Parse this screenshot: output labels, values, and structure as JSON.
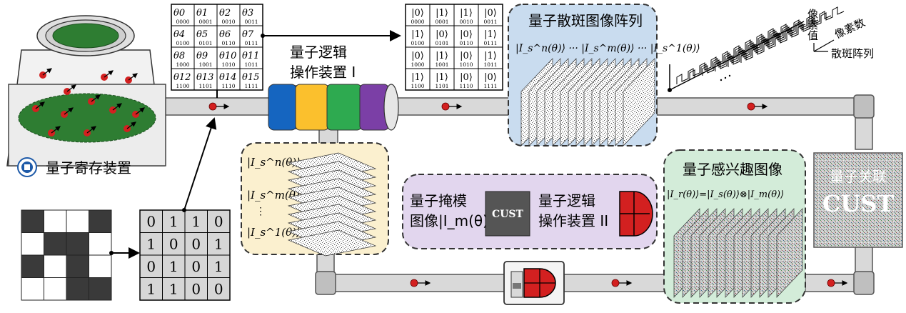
{
  "labels": {
    "storage": "量子寄存装置",
    "op1_line1": "量子逻辑",
    "op1_line2": "操作装置 I",
    "speckle_title": "量子散斑图像阵列",
    "speckle_formula": "|I_s^n(θ)⟩ ··· |I_s^m(θ)⟩ ··· |I_s^1(θ)⟩",
    "axis_pixel_value": "像素值",
    "axis_pixel_count": "像素数",
    "axis_speckle_array": "散斑阵列",
    "mask_line1": "量子掩模",
    "mask_line2": "图像|I_m(θ)⟩",
    "cust_small": "CUST",
    "op2_line1": "量子逻辑",
    "op2_line2": "操作装置 II",
    "roi_title": "量子感兴趣图像",
    "roi_formula": "|I_r(θ)⟩=|I_s(θ)⟩⊗|I_m(θ)⟩",
    "corr_title": "量子关联",
    "corr_cust": "CUST",
    "stack_n": "|I_s^n(θ)⟩",
    "stack_m": "|I_s^m(θ)⟩",
    "stack_1": "|I_s^1(θ)⟩"
  },
  "theta_grid": [
    [
      {
        "sym": "θ0",
        "bits": "0000"
      },
      {
        "sym": "θ1",
        "bits": "0001"
      },
      {
        "sym": "θ2",
        "bits": "0010"
      },
      {
        "sym": "θ3",
        "bits": "0011"
      }
    ],
    [
      {
        "sym": "θ4",
        "bits": "0100"
      },
      {
        "sym": "θ5",
        "bits": "0101"
      },
      {
        "sym": "θ6",
        "bits": "0110"
      },
      {
        "sym": "θ7",
        "bits": "0111"
      }
    ],
    [
      {
        "sym": "θ8",
        "bits": "1000"
      },
      {
        "sym": "θ9",
        "bits": "1001"
      },
      {
        "sym": "θ10",
        "bits": "1010"
      },
      {
        "sym": "θ11",
        "bits": "1011"
      }
    ],
    [
      {
        "sym": "θ12",
        "bits": "1100"
      },
      {
        "sym": "θ13",
        "bits": "1101"
      },
      {
        "sym": "θ14",
        "bits": "1110"
      },
      {
        "sym": "θ15",
        "bits": "1111"
      }
    ]
  ],
  "ket_grid": [
    [
      {
        "ket": "|0⟩",
        "bits": "0000"
      },
      {
        "ket": "|1⟩",
        "bits": "0001"
      },
      {
        "ket": "|1⟩",
        "bits": "0010"
      },
      {
        "ket": "|0⟩",
        "bits": "0011"
      }
    ],
    [
      {
        "ket": "|1⟩",
        "bits": "0100"
      },
      {
        "ket": "|0⟩",
        "bits": "0101"
      },
      {
        "ket": "|0⟩",
        "bits": "0110"
      },
      {
        "ket": "|1⟩",
        "bits": "0111"
      }
    ],
    [
      {
        "ket": "|0⟩",
        "bits": "1000"
      },
      {
        "ket": "|1⟩",
        "bits": "1001"
      },
      {
        "ket": "|0⟩",
        "bits": "1010"
      },
      {
        "ket": "|1⟩",
        "bits": "1011"
      }
    ],
    [
      {
        "ket": "|1⟩",
        "bits": "1100"
      },
      {
        "ket": "|1⟩",
        "bits": "1101"
      },
      {
        "ket": "|0⟩",
        "bits": "1110"
      },
      {
        "ket": "|0⟩",
        "bits": "1111"
      }
    ]
  ],
  "binary_grid": [
    [
      "0",
      "1",
      "1",
      "0"
    ],
    [
      "1",
      "0",
      "0",
      "1"
    ],
    [
      "0",
      "1",
      "0",
      "1"
    ],
    [
      "1",
      "1",
      "0",
      "0"
    ]
  ],
  "pattern_grid": [
    [
      1,
      0,
      0,
      1
    ],
    [
      0,
      1,
      1,
      0
    ],
    [
      1,
      0,
      1,
      0
    ],
    [
      0,
      0,
      1,
      1
    ]
  ],
  "colors": {
    "tube": "#d9d9d9",
    "tube_stroke": "#555555",
    "particle": "#d32020",
    "green_liquid": "#2e7d32",
    "speckle_panel": "#c9dcef",
    "stack_panel": "#fbf0cf",
    "mask_panel": "#e2d6ee",
    "roi_panel": "#d3ecd9",
    "ring_colors": [
      "#1565c0",
      "#fbc02d",
      "#2eaa50",
      "#7b3fa6"
    ],
    "cust_box": "#555555"
  }
}
